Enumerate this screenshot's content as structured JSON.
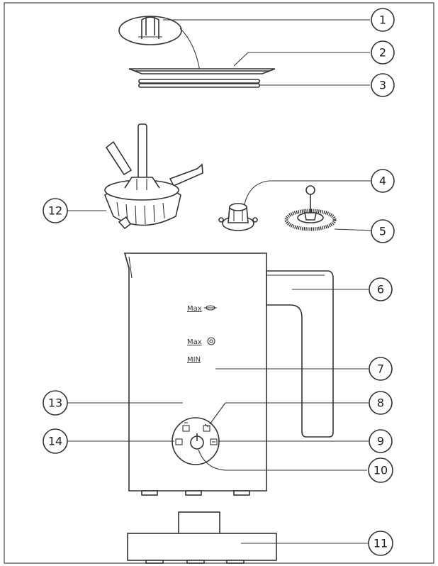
{
  "callouts": {
    "c1": "1",
    "c2": "2",
    "c3": "3",
    "c4": "4",
    "c5": "5",
    "c6": "6",
    "c7": "7",
    "c8": "8",
    "c9": "9",
    "c10": "10",
    "c11": "11",
    "c12": "12",
    "c13": "13",
    "c14": "14"
  },
  "markings": {
    "max_froth": "Max",
    "max_milk": "Max",
    "min": "MIN"
  },
  "icons": {
    "power": "power-icon",
    "froth_symbol": "whisk-symbol-icon",
    "milk_symbol": "milk-symbol-icon"
  }
}
